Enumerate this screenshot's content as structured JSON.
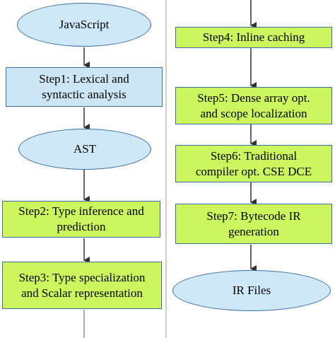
{
  "diagram": {
    "nodes": {
      "javascript": "JavaScript",
      "step1": "Step1: Lexical and\nsyntactic analysis",
      "ast": "AST",
      "step2": "Step2: Type inference and\nprediction",
      "step3": "Step3: Type specialization\nand Scalar representation",
      "step4": "Step4: Inline caching",
      "step5": "Step5: Dense array opt.\nand scope localization",
      "step6": "Step6: Traditional\ncompiler opt. CSE DCE",
      "step7": "Step7: Bytecode IR\ngeneration",
      "ir_files": "IR Files"
    },
    "colors": {
      "step_blue": "#cce6f5",
      "step_green": "#ccf55e",
      "ellipse_fill": "#cfe8f7",
      "border": "#3a6ea5",
      "arrow": "#333333"
    }
  }
}
